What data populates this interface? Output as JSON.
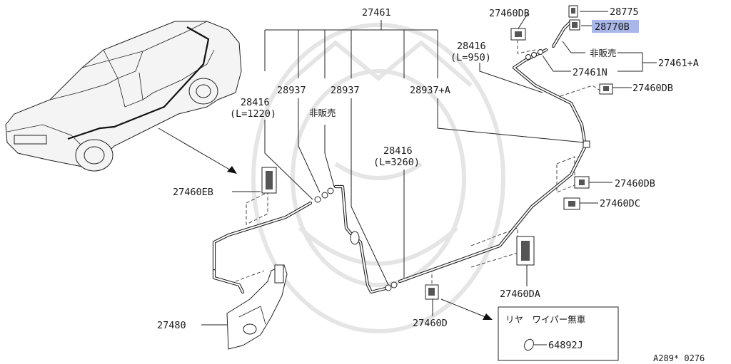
{
  "parts": {
    "p27461": "27461",
    "p27460db_top": "27460DB",
    "p28775": "28775",
    "p28770b": "28770B",
    "p28416_950": "28416",
    "p28416_950_len": "(L=950)",
    "hihanbai_top": "非販売",
    "p27461_a": "27461+A",
    "p27461n": "27461N",
    "p27460db_right": "27460DB",
    "p28937_a": "28937",
    "p28937_b": "28937",
    "p28937_plus_a": "28937+A",
    "hihanbai_mid": "非販売",
    "p28416_1220": "28416",
    "p28416_1220_len": "(L=1220)",
    "p28416_3260": "28416",
    "p28416_3260_len": "(L=3260)",
    "p27460eb": "27460EB",
    "p27460db_low": "27460DB",
    "p27460dc": "27460DC",
    "p27460da": "27460DA",
    "p27480": "27480",
    "p27460d": "27460D"
  },
  "note_box": {
    "title": "リヤ　ワイパー無車",
    "part": "64892J"
  },
  "diagram_code": "A289* 0276",
  "colors": {
    "highlight": "#a9b6e8",
    "ink": "#222222"
  }
}
